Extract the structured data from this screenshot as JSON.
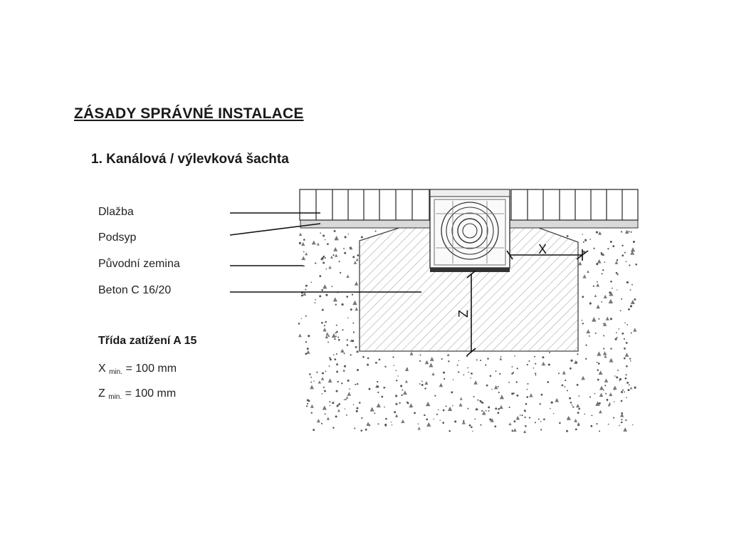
{
  "title": "ZÁSADY SPRÁVNÉ INSTALACE",
  "subtitle": "1. Kanálová / výlevková šachta",
  "layers": [
    {
      "label": "Dlažba"
    },
    {
      "label": "Podsyp"
    },
    {
      "label": "Původní zemina"
    },
    {
      "label": "Beton C 16/20"
    }
  ],
  "load_class": "Třída zatížení A 15",
  "dimensions": {
    "x_letter": "X",
    "x_sub": "min.",
    "x_value": " = 100 mm",
    "z_letter": "Z",
    "z_sub": "min.",
    "z_value": " = 100 mm"
  },
  "drawing_labels": {
    "x": "X",
    "z": "Z"
  }
}
